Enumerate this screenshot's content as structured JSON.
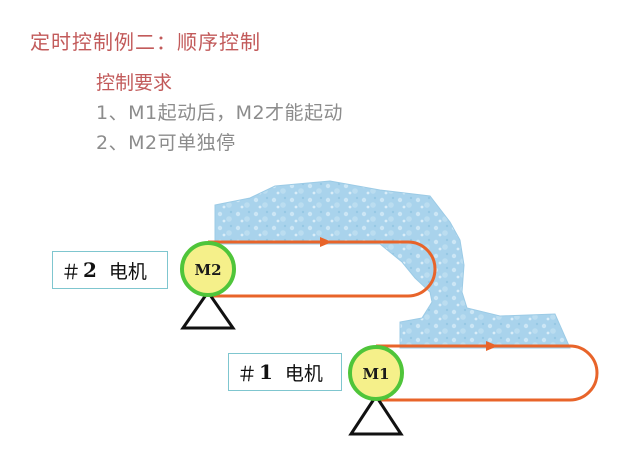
{
  "title": "定时控制例二：顺序控制",
  "requirements": {
    "heading": "控制要求",
    "items": [
      "1、M1起动后，M2才能起动",
      "2、M2可单独停"
    ]
  },
  "motors": [
    {
      "hash": "＃",
      "num": "2",
      "word": "电机",
      "tag": "M2"
    },
    {
      "hash": "＃",
      "num": "1",
      "word": "电机",
      "tag": "M1"
    }
  ],
  "colors": {
    "title_red": "#c25a5a",
    "belt_orange": "#e8642a",
    "pulley_fill": "#f5f08a",
    "pulley_ring": "#4fc53a",
    "material_blue": "#a9d3ec"
  }
}
